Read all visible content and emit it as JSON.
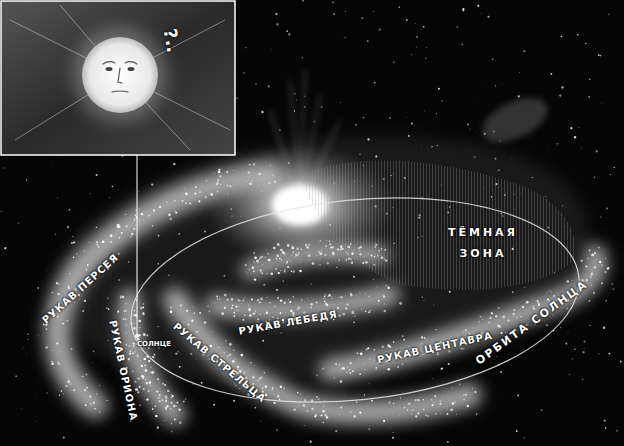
{
  "diagram": {
    "labels": [
      "РУКАВ ПЕРСЕЯ",
      "РУКАВ ОРИОНА",
      "СОЛНЦЕ",
      "РУКАВ СТРЕЛЬЦА",
      "РУКАВ ЛЕБЕДЯ",
      "ТЁМНАЯ ЗОНА",
      "РУКАВ ЦЕНТАВРА",
      "ОРБИТА СОЛНЦА",
      "?.."
    ]
  }
}
